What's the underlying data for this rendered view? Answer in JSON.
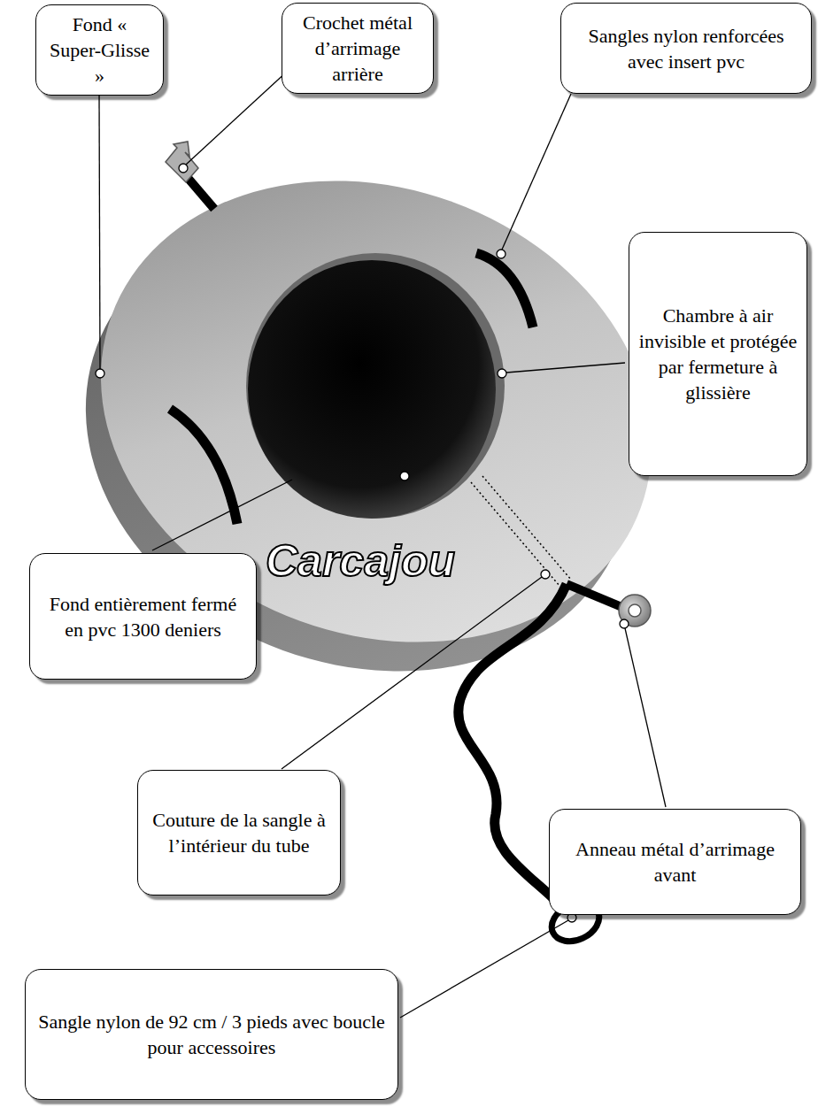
{
  "diagram": {
    "nodes": [
      {
        "text": [
          "Fond « Super-Glisse »"
        ]
      },
      {
        "text": [
          "Crochet métal d’arrimage arrière"
        ]
      },
      {
        "text": [
          "Sangles nylon renforcées avec insert pvc"
        ]
      },
      {
        "text": [
          "Chambre à air invisible et protégée par fermeture à glissière"
        ]
      },
      {
        "text": [
          "Fond entièrement fermé en pvc 1300 deniers"
        ]
      },
      {
        "text": [
          "Couture de la sangle à l’intérieur du tube"
        ]
      },
      {
        "text": [
          "Anneau métal d’arrimage avant"
        ]
      },
      {
        "text": [
          "Sangle nylon de 92 cm / 3 pieds avec boucle pour accessoires"
        ]
      }
    ],
    "edges": [],
    "labels": [
      "Carcajou"
    ]
  }
}
